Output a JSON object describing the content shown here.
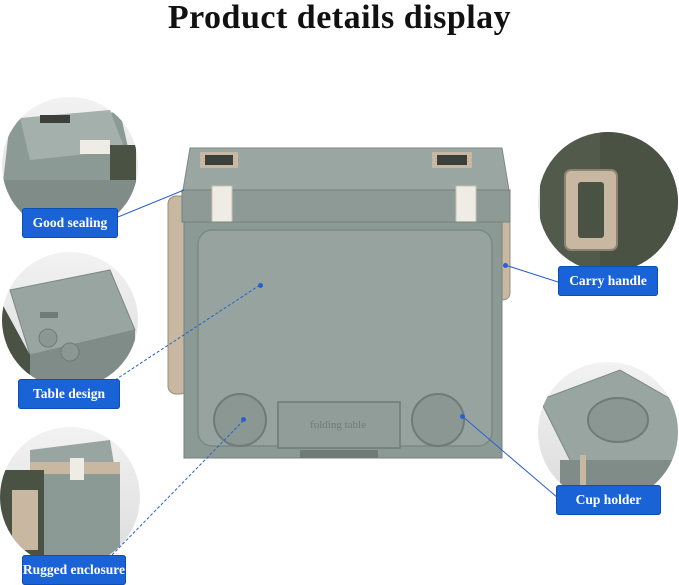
{
  "title": "Product details display",
  "colors": {
    "badge": "#1a63d6",
    "body": "#8c9a96",
    "dark_green": "#4a5244",
    "tan": "#c8b8a2"
  },
  "labels": {
    "good_sealing": "Good sealing",
    "table_design": "Table design",
    "rugged_enclosure": "Rugged enclosure",
    "carry_handle": "Carry handle",
    "cup_holder": "Cup holder"
  },
  "embossed": {
    "line1": "folding table"
  }
}
